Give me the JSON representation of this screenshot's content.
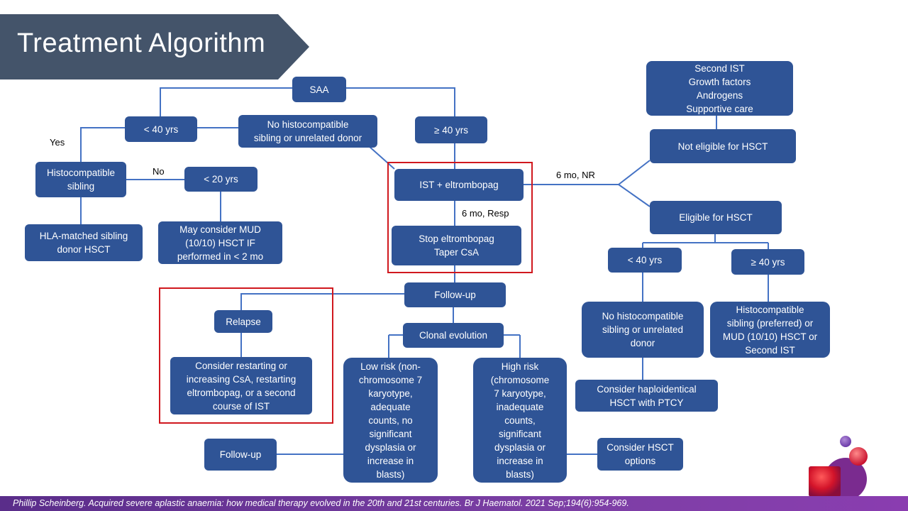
{
  "slide": {
    "title": "Treatment Algorithm",
    "citation": "Phillip Scheinberg. Acquired severe aplastic anaemia: how medical therapy evolved in the 20th and 21st centuries. Br J Haematol. 2021 Sep;194(6):954-969."
  },
  "colors": {
    "node_fill": "#2f5496",
    "title_banner": "#44546a",
    "highlight_border": "#d0181e",
    "footer_bar": "#7030a0"
  },
  "nodes": {
    "saa": "SAA",
    "under_40": "< 40 yrs",
    "no_sibling_top": "No histocompatible\nsibling or unrelated donor",
    "over_40": "≥ 40 yrs",
    "histo_sibling": "Histocompatible\nsibling",
    "under_20": "< 20 yrs",
    "hla_matched": "HLA-matched sibling\ndonor HSCT",
    "may_consider_mud": "May consider MUD\n(10/10) HSCT IF\nperformed in < 2 mo",
    "ist_eltrombopag": "IST + eltrombopag",
    "stop_eltrombopag": "Stop eltrombopag\nTaper CsA",
    "follow_up_main": "Follow-up",
    "relapse": "Relapse",
    "consider_restarting": "Consider restarting or\nincreasing CsA, restarting\neltrombopag, or a second\ncourse of IST",
    "clonal_evolution": "Clonal evolution",
    "low_risk": "Low risk (non-\nchromosome 7\nkaryotype,\nadequate\ncounts, no\nsignificant\ndysplasia or\nincrease in\nblasts)",
    "high_risk": "High risk\n(chromosome\n7 karyotype,\ninadequate\ncounts,\nsignificant\ndysplasia or\nincrease in\nblasts)",
    "follow_up_low": "Follow-up",
    "consider_hsct_options": "Consider HSCT\noptions",
    "second_ist": "Second IST\nGrowth factors\nAndrogens\nSupportive care",
    "not_eligible": "Not eligible for HSCT",
    "eligible": "Eligible for HSCT",
    "under_40_right": "< 40 yrs",
    "over_40_right": "≥ 40 yrs",
    "no_sibling_right": "No histocompatible\nsibling or unrelated\ndonor",
    "histo_sibling_right": "Histocompatible\nsibling (preferred) or\nMUD (10/10) HSCT or\nSecond IST",
    "consider_haplo": "Consider haploidentical\nHSCT with PTCY"
  },
  "edge_labels": {
    "yes": "Yes",
    "no": "No",
    "six_mo_resp": "6 mo, Resp",
    "six_mo_nr": "6 mo, NR"
  }
}
